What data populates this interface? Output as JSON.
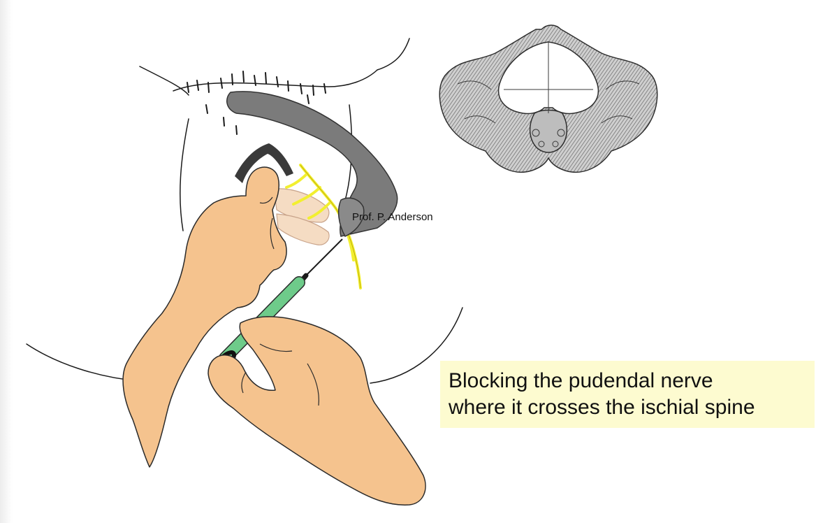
{
  "slide": {
    "credit": "Prof. P. Anderson",
    "caption": {
      "line1": "Blocking the pudendal nerve",
      "line2": "where it crosses the ischial spine"
    }
  },
  "colors": {
    "skin": "#f5c38e",
    "nerve": "#f2ef30",
    "needle_barrel": "#6ecb8a",
    "pelvic_structure": "#7b7b7b",
    "caption_background": "#fdfbd0"
  }
}
